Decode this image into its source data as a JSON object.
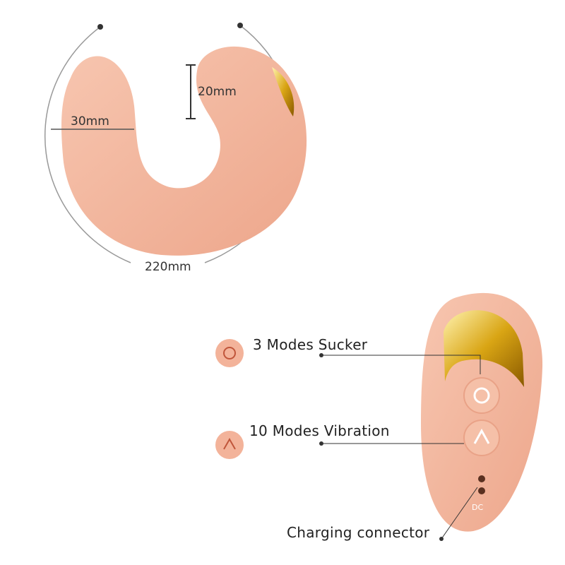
{
  "dimensions": {
    "head_height": "20mm",
    "shaft_width": "30mm",
    "total_length": "220mm"
  },
  "features": {
    "sucker": "3 Modes Sucker",
    "vibration": "10 Modes Vibration",
    "charging": "Charging connector"
  },
  "device_marking": "DC",
  "colors": {
    "body": "#f3b8a0",
    "body_shade": "#e9a287",
    "gold": "#d9a514"
  }
}
